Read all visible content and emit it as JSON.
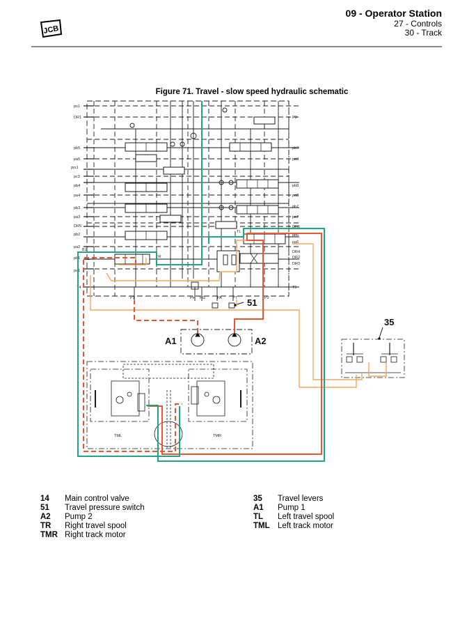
{
  "header": {
    "brand": "JCB",
    "section": "09 - Operator Station",
    "subsection": "27 - Controls",
    "subsubsection": "30 - Track"
  },
  "figure": {
    "title": "Figure 71. Travel - slow speed hydraulic schematic",
    "callouts": {
      "c51": "51",
      "c35": "35",
      "a1": "A1",
      "a2": "A2"
    },
    "port_labels_left": [
      "ps1",
      "DR1",
      "pb5",
      "pa5",
      "prs1",
      "pc3",
      "pb4",
      "pa4",
      "pb3",
      "pa3",
      "DR5",
      "pb2",
      "pa2",
      "pb1",
      "pa1",
      "T4"
    ],
    "port_labels_right": [
      "P3",
      "pb9",
      "pa9",
      "pb8",
      "pa8",
      "pb7",
      "pa7",
      "DR6",
      "pb6",
      "pa6",
      "DR4",
      "DR2",
      "DR3",
      "T5"
    ],
    "bottom_ports": [
      "P1",
      "PH",
      "PG",
      "PA",
      "PT",
      "P2"
    ],
    "inline_labels": {
      "b1": "B1",
      "a1_small": "A1",
      "tr": "TR",
      "tl": "TL",
      "tml": "TML",
      "tmr": "TMR"
    },
    "line_colors": {
      "teal": "#1ea584",
      "red": "#e8552e",
      "orange": "#f2a55a",
      "black": "#1a1a1a"
    }
  },
  "legend": {
    "left": [
      {
        "code": "14",
        "desc": "Main control valve"
      },
      {
        "code": "51",
        "desc": "Travel pressure switch"
      },
      {
        "code": "A2",
        "desc": "Pump 2"
      },
      {
        "code": "TR",
        "desc": "Right travel spool"
      },
      {
        "code": "TMR",
        "desc": "Right track motor"
      }
    ],
    "right": [
      {
        "code": "35",
        "desc": "Travel levers"
      },
      {
        "code": "A1",
        "desc": "Pump 1"
      },
      {
        "code": "TL",
        "desc": "Left travel spool"
      },
      {
        "code": "TML",
        "desc": "Left track motor"
      }
    ]
  }
}
